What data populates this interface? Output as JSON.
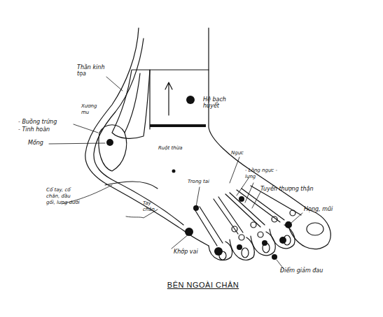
{
  "diagram": {
    "title": "BÊN NGOÀI CHÂN",
    "labels": [
      "Thần kinh tọa",
      "Xương mu",
      "- Buồng trứng",
      "- Tinh hoàn",
      "Mống",
      "Hệ bạch huyết",
      "Ruột thừa",
      "Ngực",
      "- Lồng ngực - lưng",
      "Trong tai",
      "Tuyến thượng thận",
      "Họng, mũi",
      "Cổ tay, cổ chân, đầu gối, lưng dưới",
      "Tay chân",
      "Khớp vai",
      "Điểm giảm đau"
    ]
  }
}
